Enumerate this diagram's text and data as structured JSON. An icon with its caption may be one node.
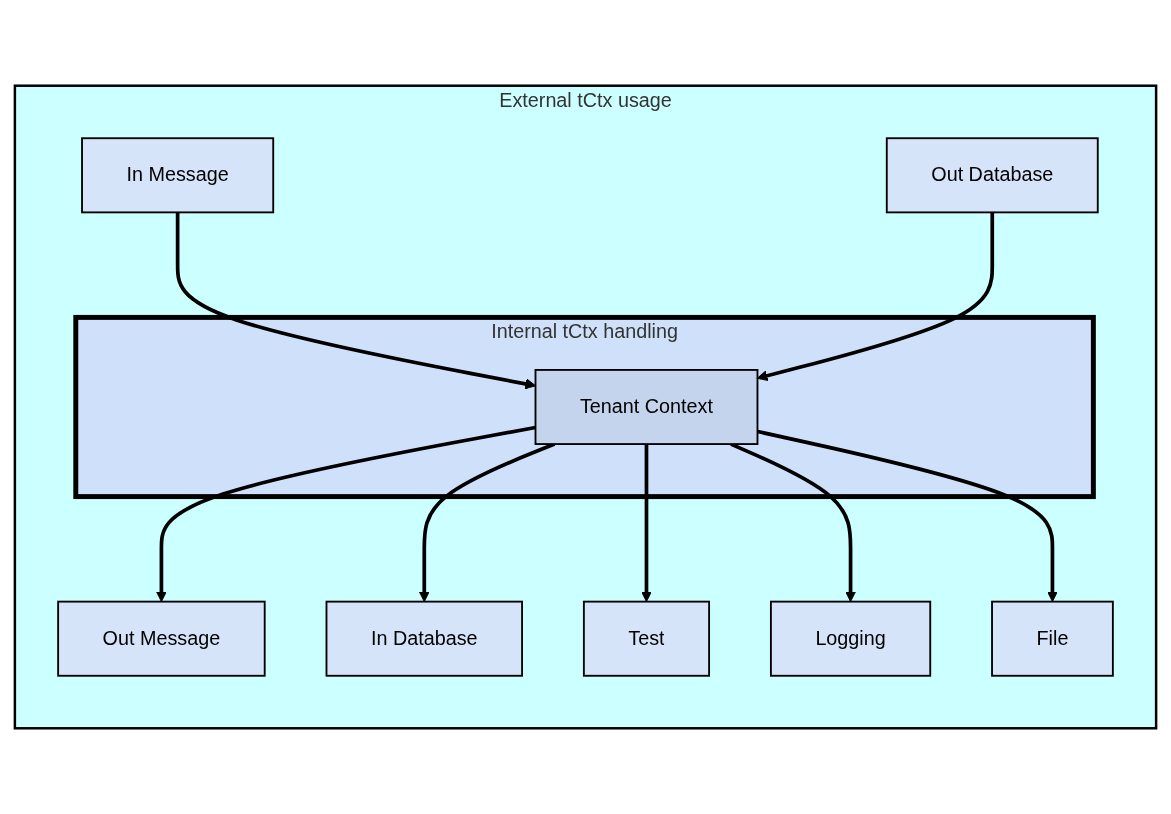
{
  "diagram": {
    "nodes": [
      {
        "text": [
          "External tCtx usage"
        ]
      },
      {
        "text": [
          "Test"
        ],
        "in": 0
      },
      {
        "text": [
          "Logging"
        ],
        "in": 0
      },
      {
        "text": [
          "Internal tCtx handling"
        ],
        "in": 0
      },
      {
        "text": [
          "In Message"
        ],
        "in": 0
      },
      {
        "text": [
          "Tenant Context"
        ],
        "in": 3
      },
      {
        "text": [
          "In Database"
        ],
        "in": 0
      },
      {
        "text": [
          "Out Message"
        ],
        "in": 0
      },
      {
        "text": [
          "Out Database"
        ],
        "in": 0
      },
      {
        "text": [
          "File"
        ],
        "in": 0
      }
    ],
    "edges": [
      {
        "from": 4,
        "to": 5,
        "arrow": "to"
      },
      {
        "from": 5,
        "to": 7,
        "arrow": "to"
      },
      {
        "from": 5,
        "to": 6,
        "arrow": "to"
      },
      {
        "from": 8,
        "to": 5,
        "arrow": "to"
      },
      {
        "from": 5,
        "to": 1,
        "arrow": "to"
      },
      {
        "from": 5,
        "to": 2,
        "arrow": "to"
      },
      {
        "from": 5,
        "to": 9,
        "arrow": "to"
      }
    ]
  }
}
